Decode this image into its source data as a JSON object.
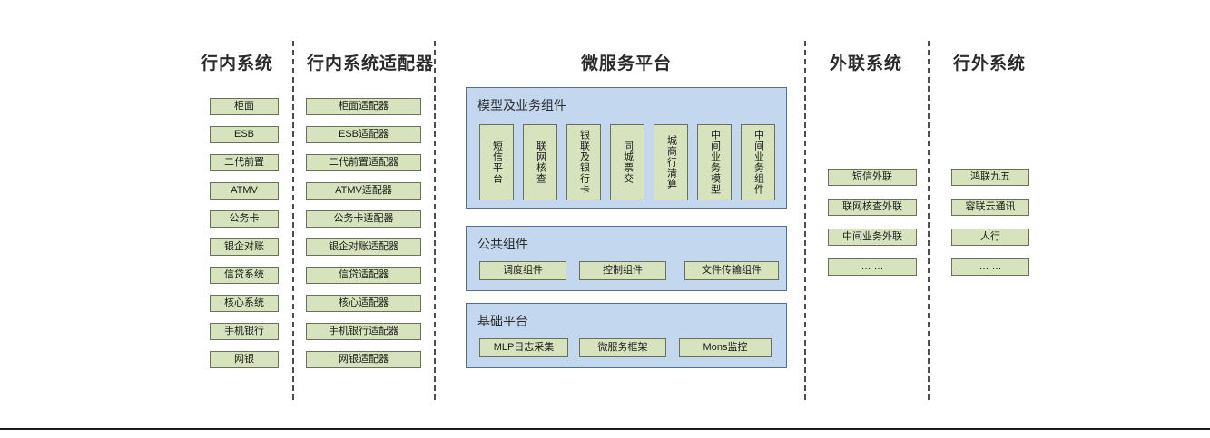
{
  "colors": {
    "node_fill": "#d7e3bc",
    "node_border": "#6b705c",
    "panel_fill": "#c3d8ef",
    "panel_border": "#4f6f96",
    "separator": "#4d4d4d",
    "text": "#1a1a1a"
  },
  "columns": [
    {
      "id": "in-bank-systems",
      "title": "行内系统",
      "items": [
        "柜面",
        "ESB",
        "二代前置",
        "ATMV",
        "公务卡",
        "银企对账",
        "信贷系统",
        "核心系统",
        "手机银行",
        "网银"
      ]
    },
    {
      "id": "in-bank-adapters",
      "title": "行内系统适配器",
      "items": [
        "柜面适配器",
        "ESB适配器",
        "二代前置适配器",
        "ATMV适配器",
        "公务卡适配器",
        "银企对账适配器",
        "信贷适配器",
        "核心适配器",
        "手机银行适配器",
        "网银适配器"
      ]
    },
    {
      "id": "microservice-platform",
      "title": "微服务平台",
      "panels": [
        {
          "id": "model-business-components",
          "title": "模型及业务组件",
          "orientation": "vertical",
          "items": [
            "短信平台",
            "联网核查",
            "银联及银行卡",
            "同城票交",
            "城商行清算",
            "中间业务模型",
            "中间业务组件"
          ]
        },
        {
          "id": "public-components",
          "title": "公共组件",
          "orientation": "horizontal",
          "items": [
            "调度组件",
            "控制组件",
            "文件传输组件"
          ]
        },
        {
          "id": "base-platform",
          "title": "基础平台",
          "orientation": "horizontal",
          "items": [
            "MLP日志采集",
            "微服务框架",
            "Mons监控"
          ]
        }
      ]
    },
    {
      "id": "external-link-systems",
      "title": "外联系统",
      "items": [
        "短信外联",
        "联网核查外联",
        "中间业务外联",
        "… …"
      ]
    },
    {
      "id": "outside-bank-systems",
      "title": "行外系统",
      "items": [
        "鸿联九五",
        "容联云通讯",
        "人行",
        "… …"
      ]
    }
  ]
}
